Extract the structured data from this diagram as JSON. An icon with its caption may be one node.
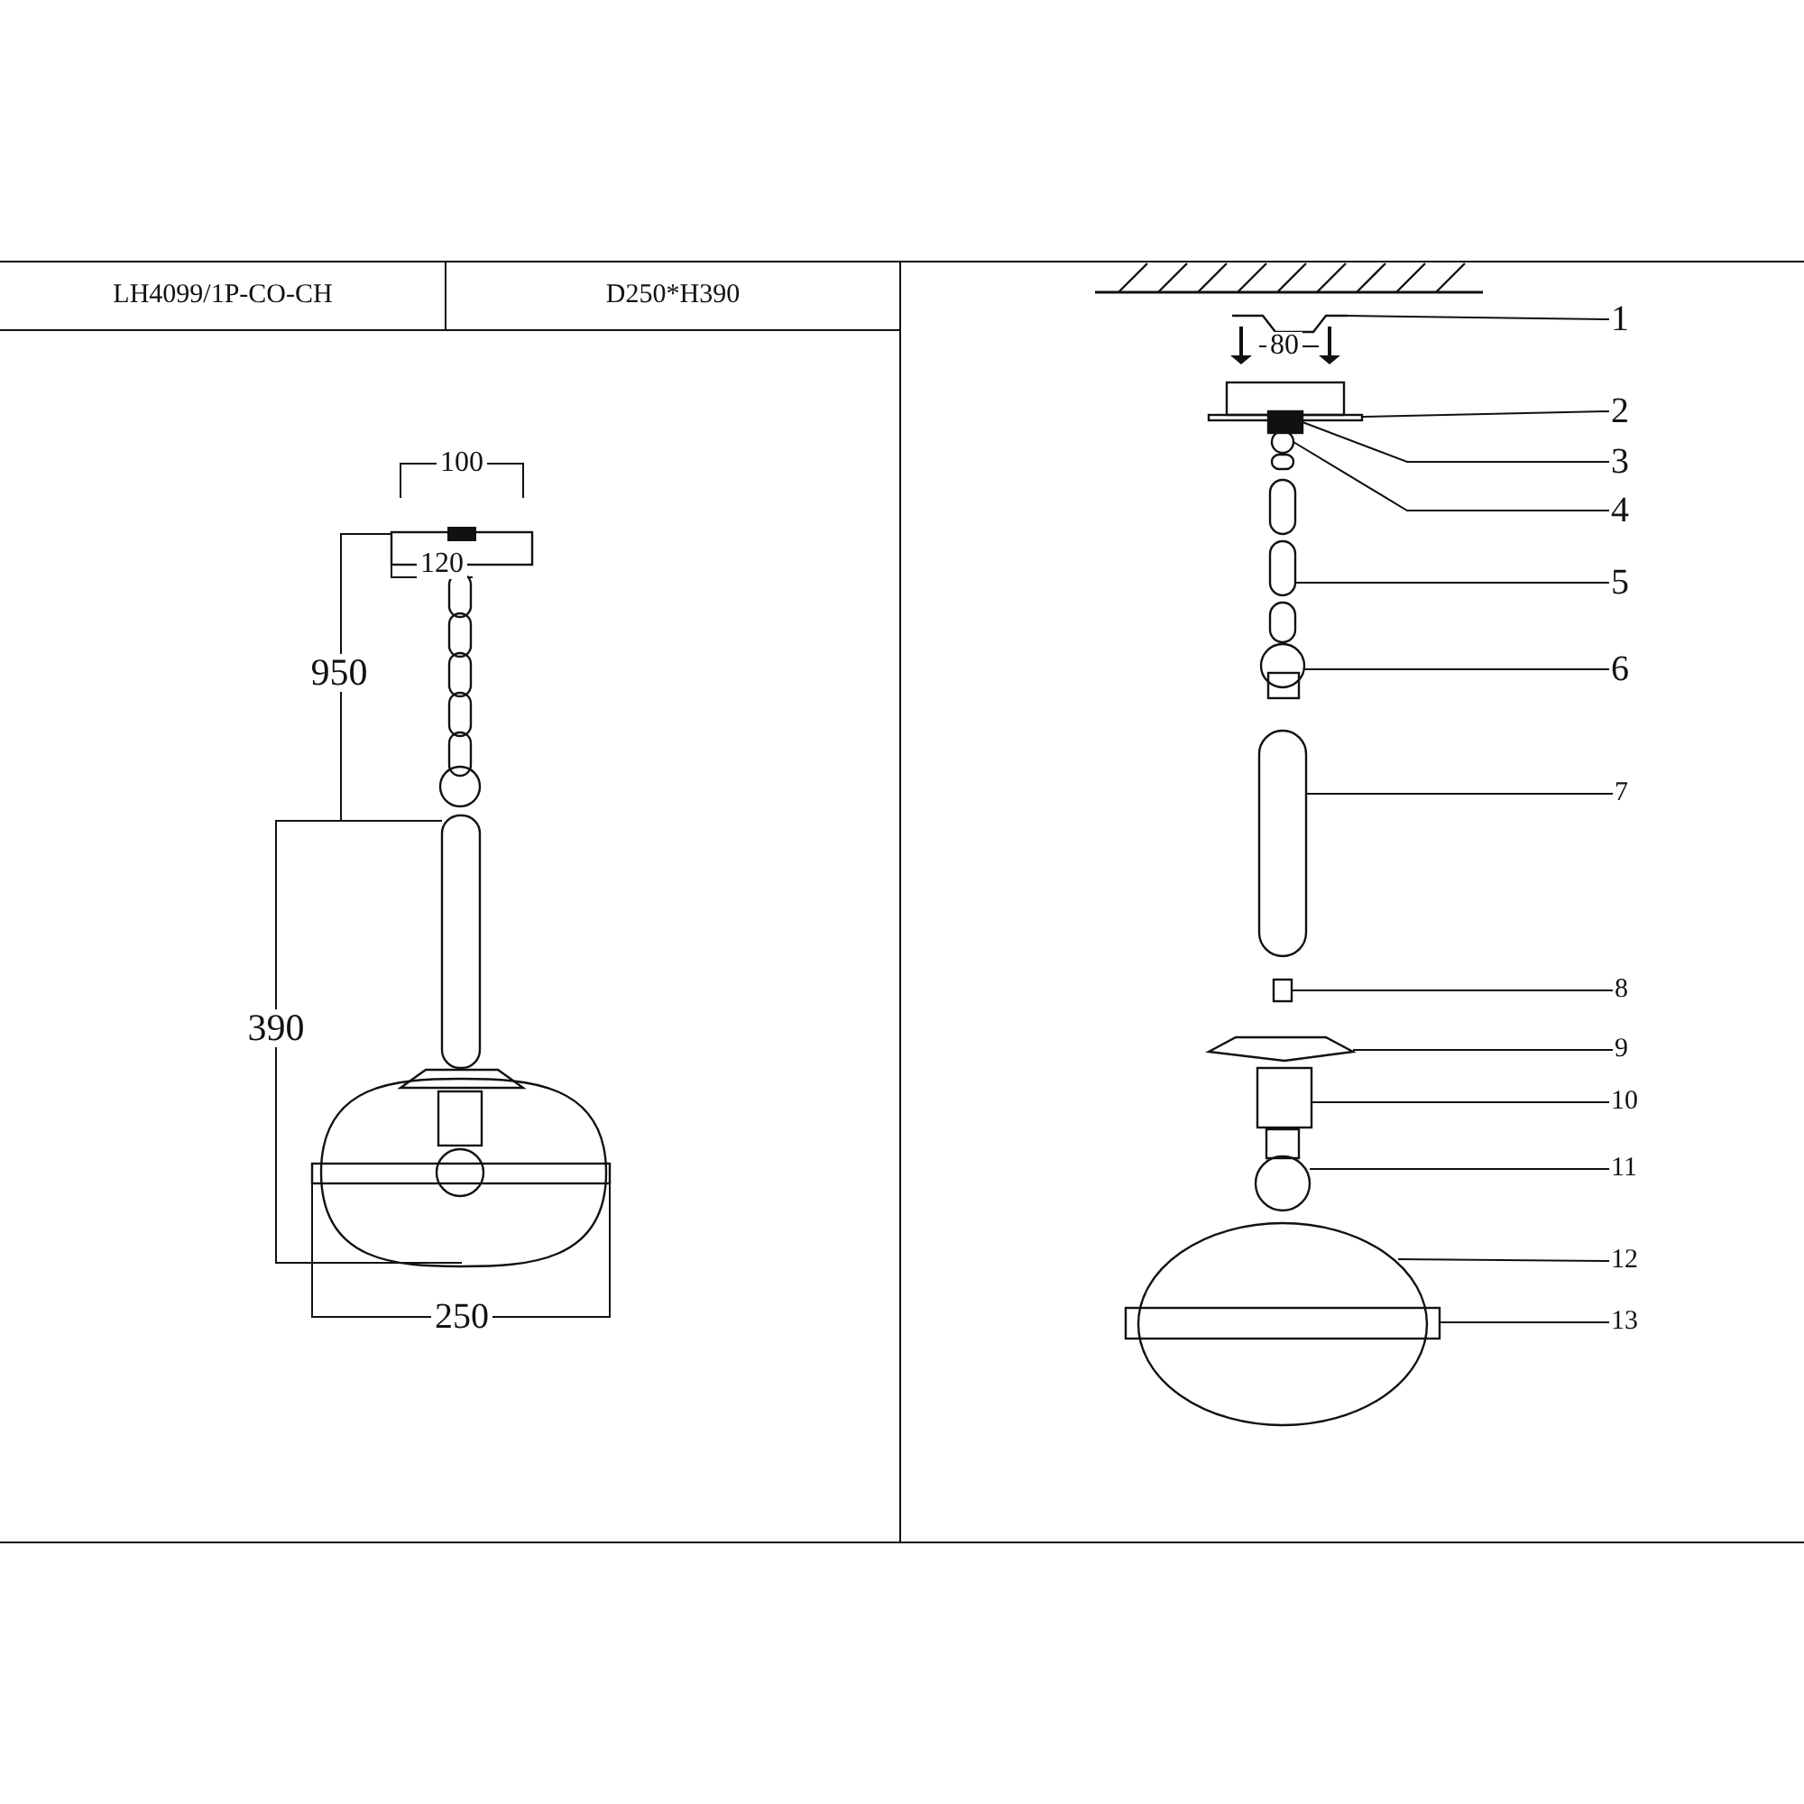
{
  "diagram": {
    "nodes": [
      {
        "text": [
          "1"
        ]
      },
      {
        "text": [
          "2"
        ]
      },
      {
        "text": [
          "3"
        ]
      },
      {
        "text": [
          "4"
        ]
      },
      {
        "text": [
          "5"
        ]
      },
      {
        "text": [
          "6"
        ]
      },
      {
        "text": [
          "7"
        ]
      },
      {
        "text": [
          "8"
        ]
      },
      {
        "text": [
          "9"
        ]
      },
      {
        "text": [
          "10"
        ]
      },
      {
        "text": [
          "11"
        ]
      },
      {
        "text": [
          "12"
        ]
      },
      {
        "text": [
          "13"
        ]
      },
      {
        "text": [],
        "shape": "picture"
      },
      {
        "text": [],
        "shape": "box"
      },
      {
        "text": [],
        "shape": "box"
      },
      {
        "text": [],
        "shape": "circle"
      },
      {
        "text": [],
        "shape": "picture"
      },
      {
        "text": [],
        "shape": "circle"
      },
      {
        "text": [],
        "shape": "cylinder"
      },
      {
        "text": [],
        "shape": "box"
      },
      {
        "text": [],
        "shape": "picture"
      },
      {
        "text": [],
        "shape": "box"
      },
      {
        "text": [],
        "shape": "picture"
      },
      {
        "text": [],
        "shape": "circle"
      },
      {
        "text": [],
        "shape": "bar"
      }
    ],
    "edges": [
      {
        "from": 0,
        "to": 13,
        "arrow": "none"
      },
      {
        "from": 1,
        "to": 14,
        "arrow": "none"
      },
      {
        "from": 2,
        "to": 15,
        "arrow": "none"
      },
      {
        "from": 3,
        "to": 16,
        "arrow": "none"
      },
      {
        "from": 4,
        "to": 17,
        "arrow": "none"
      },
      {
        "from": 5,
        "to": 18,
        "arrow": "none"
      },
      {
        "from": 6,
        "to": 19,
        "arrow": "none"
      },
      {
        "from": 7,
        "to": 20,
        "arrow": "none"
      },
      {
        "from": 8,
        "to": 21,
        "arrow": "none"
      },
      {
        "from": 9,
        "to": 22,
        "arrow": "none"
      },
      {
        "from": 10,
        "to": 23,
        "arrow": "none"
      },
      {
        "from": 11,
        "to": 24,
        "arrow": "none"
      },
      {
        "from": 12,
        "to": 25,
        "arrow": "none"
      }
    ],
    "labels": [
      "LH4099/1P-CO-CH",
      "D250*H390",
      "100",
      "120",
      "950",
      "390",
      "250",
      "80"
    ]
  }
}
